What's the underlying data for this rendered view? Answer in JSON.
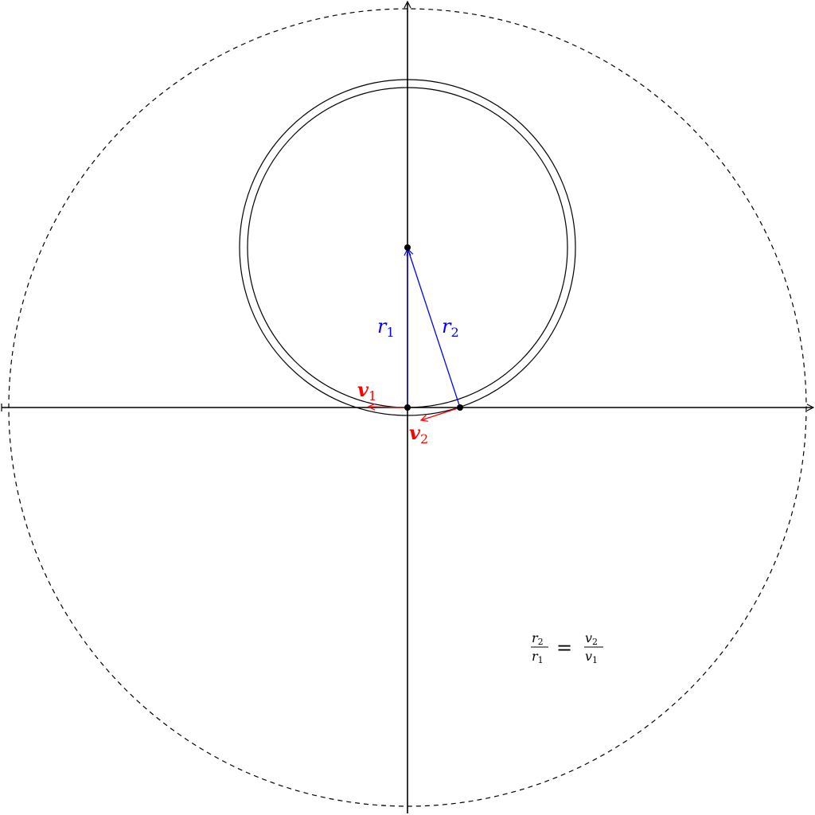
{
  "diagram": {
    "colors": {
      "axis": "#000000",
      "circle": "#000000",
      "radius": "#0000ff",
      "velocity": "#ff0000"
    },
    "labels": {
      "r1": {
        "base": "r",
        "sub": "1"
      },
      "r2": {
        "base": "r",
        "sub": "2"
      },
      "v1": {
        "base": "v",
        "sub": "1"
      },
      "v2": {
        "base": "v",
        "sub": "2"
      }
    },
    "formula": {
      "left_num": {
        "base": "r",
        "sub": "2"
      },
      "left_den": {
        "base": "r",
        "sub": "1"
      },
      "equals": "=",
      "right_num": {
        "base": "v",
        "sub": "2"
      },
      "right_den": {
        "base": "v",
        "sub": "1"
      }
    }
  }
}
